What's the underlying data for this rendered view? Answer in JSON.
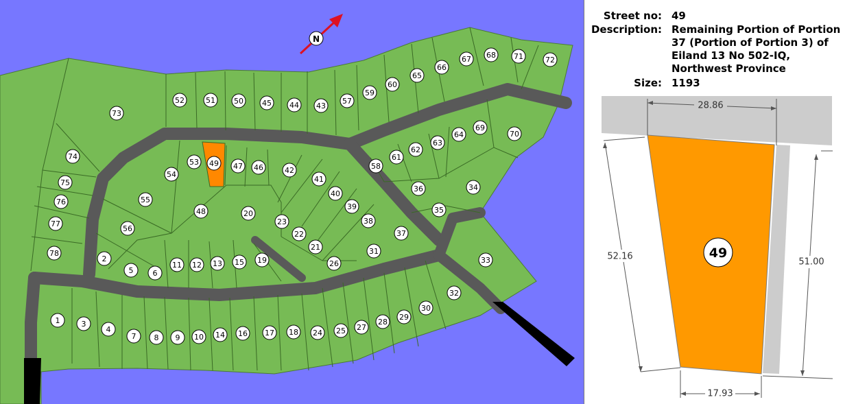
{
  "info": {
    "street_no_label": "Street no:",
    "street_no": "49",
    "description_label": "Description:",
    "description_lines": [
      "Remaining Portion of Portion",
      "37 (Portion of Portion 3) of",
      "Eiland 13 No 502-IQ,",
      "Northwest Province"
    ],
    "size_label": "Size:",
    "size": "1193"
  },
  "compass": {
    "label": "N"
  },
  "selected_stand": "49",
  "colors": {
    "water": "#7777ff",
    "land": "#77bb55",
    "road": "#595959",
    "selected": "#ff8800",
    "detail_selected": "#ff9900",
    "detail_road": "#cccccc",
    "compass_arrow": "#dd1122"
  },
  "detail": {
    "stand_label": "49",
    "dimensions": {
      "top": "28.86",
      "left": "52.16",
      "right": "51.00",
      "bottom": "17.93"
    }
  },
  "stands": [
    "1",
    "2",
    "3",
    "4",
    "5",
    "6",
    "7",
    "8",
    "9",
    "10",
    "11",
    "12",
    "13",
    "14",
    "15",
    "16",
    "17",
    "18",
    "19",
    "20",
    "21",
    "22",
    "23",
    "24",
    "25",
    "26",
    "27",
    "28",
    "29",
    "30",
    "31",
    "32",
    "33",
    "34",
    "35",
    "36",
    "37",
    "38",
    "39",
    "40",
    "41",
    "42",
    "43",
    "44",
    "45",
    "46",
    "47",
    "48",
    "49",
    "50",
    "51",
    "52",
    "53",
    "54",
    "55",
    "56",
    "57",
    "58",
    "59",
    "60",
    "61",
    "62",
    "63",
    "64",
    "65",
    "66",
    "67",
    "68",
    "69",
    "70",
    "71",
    "72",
    "73",
    "74",
    "75",
    "76",
    "77",
    "78"
  ]
}
